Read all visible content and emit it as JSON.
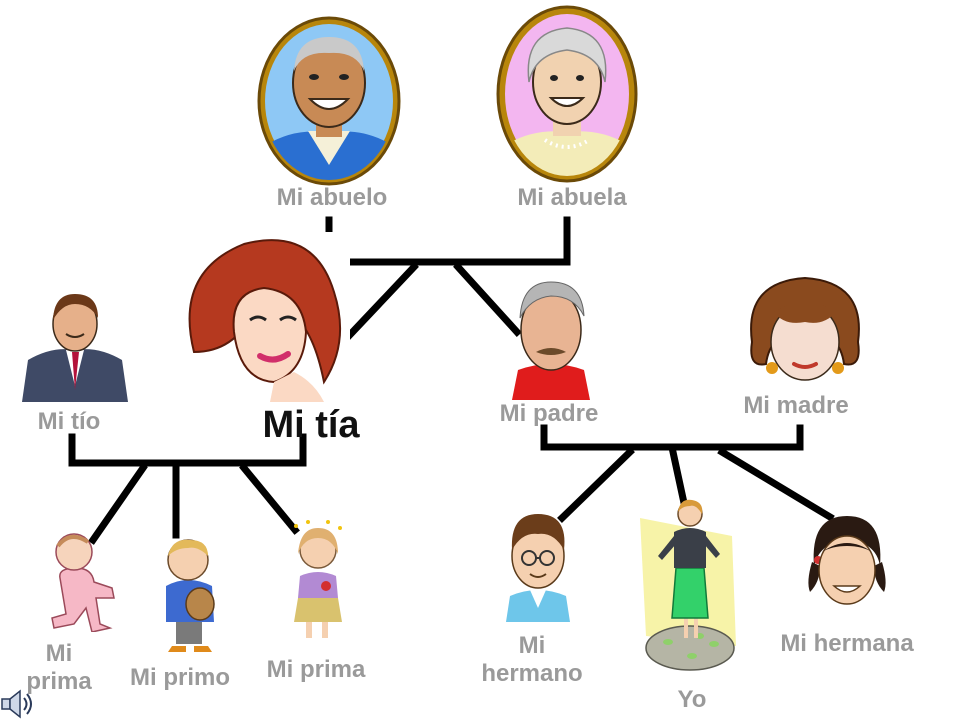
{
  "labels": {
    "abuelo": "Mi abuelo",
    "abuela": "Mi abuela",
    "tio": "Mi tío",
    "tia": "Mi tía",
    "padre": "Mi padre",
    "madre": "Mi madre",
    "prima_1": "Mi prima",
    "primo": "Mi primo",
    "prima_2": "Mi prima",
    "hermano": "Mi hermano",
    "yo": "Yo",
    "hermana": "Mi hermana"
  },
  "colors": {
    "label_gray": "#9a9a9a",
    "title_black": "#111111",
    "frame_gold": "#b8860b",
    "tree_line": "#000000"
  },
  "icons": {
    "audio": "speaker-icon"
  }
}
